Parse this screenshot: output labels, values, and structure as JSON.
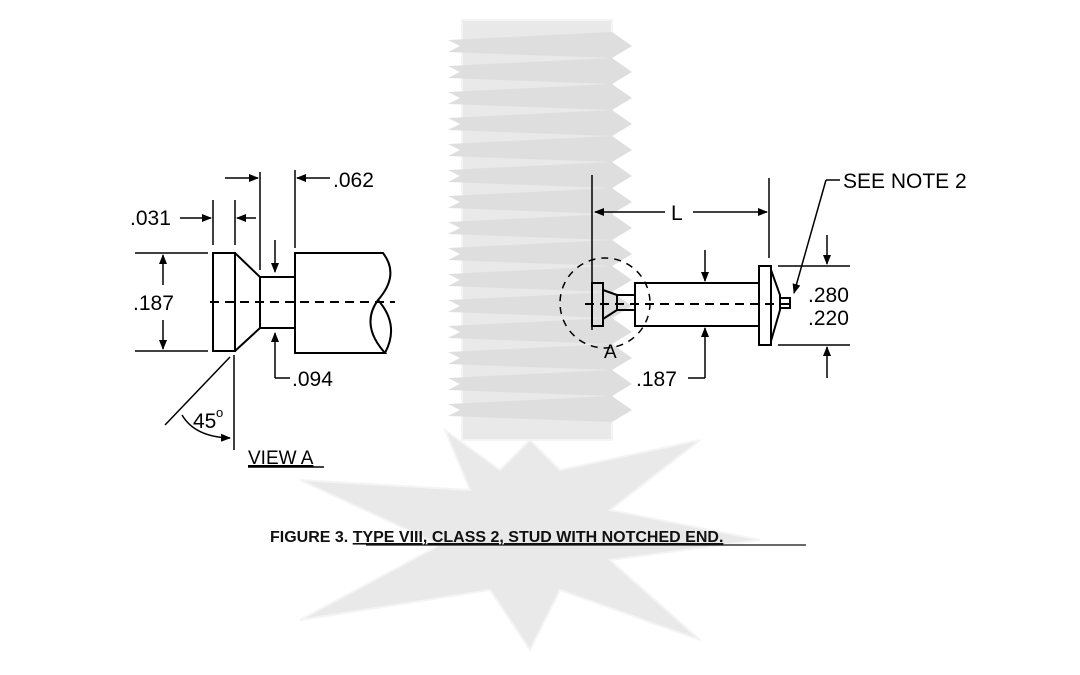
{
  "figure": {
    "caption_prefix": "FIGURE 3. ",
    "caption_title": "TYPE VIII, CLASS 2, STUD WITH NOTCHED END."
  },
  "view_a": {
    "label": "VIEW A",
    "dim_head_width": ".031",
    "dim_neck_length": ".062",
    "dim_diameter": ".187",
    "dim_neck_diameter": ".094",
    "angle": "45",
    "angle_unit": "o"
  },
  "stud_view": {
    "dim_length": "L",
    "detail_label": "A",
    "dim_shank_diameter": ".187",
    "dim_head_max": ".280",
    "dim_head_min": ".220",
    "note": "SEE NOTE 2"
  }
}
